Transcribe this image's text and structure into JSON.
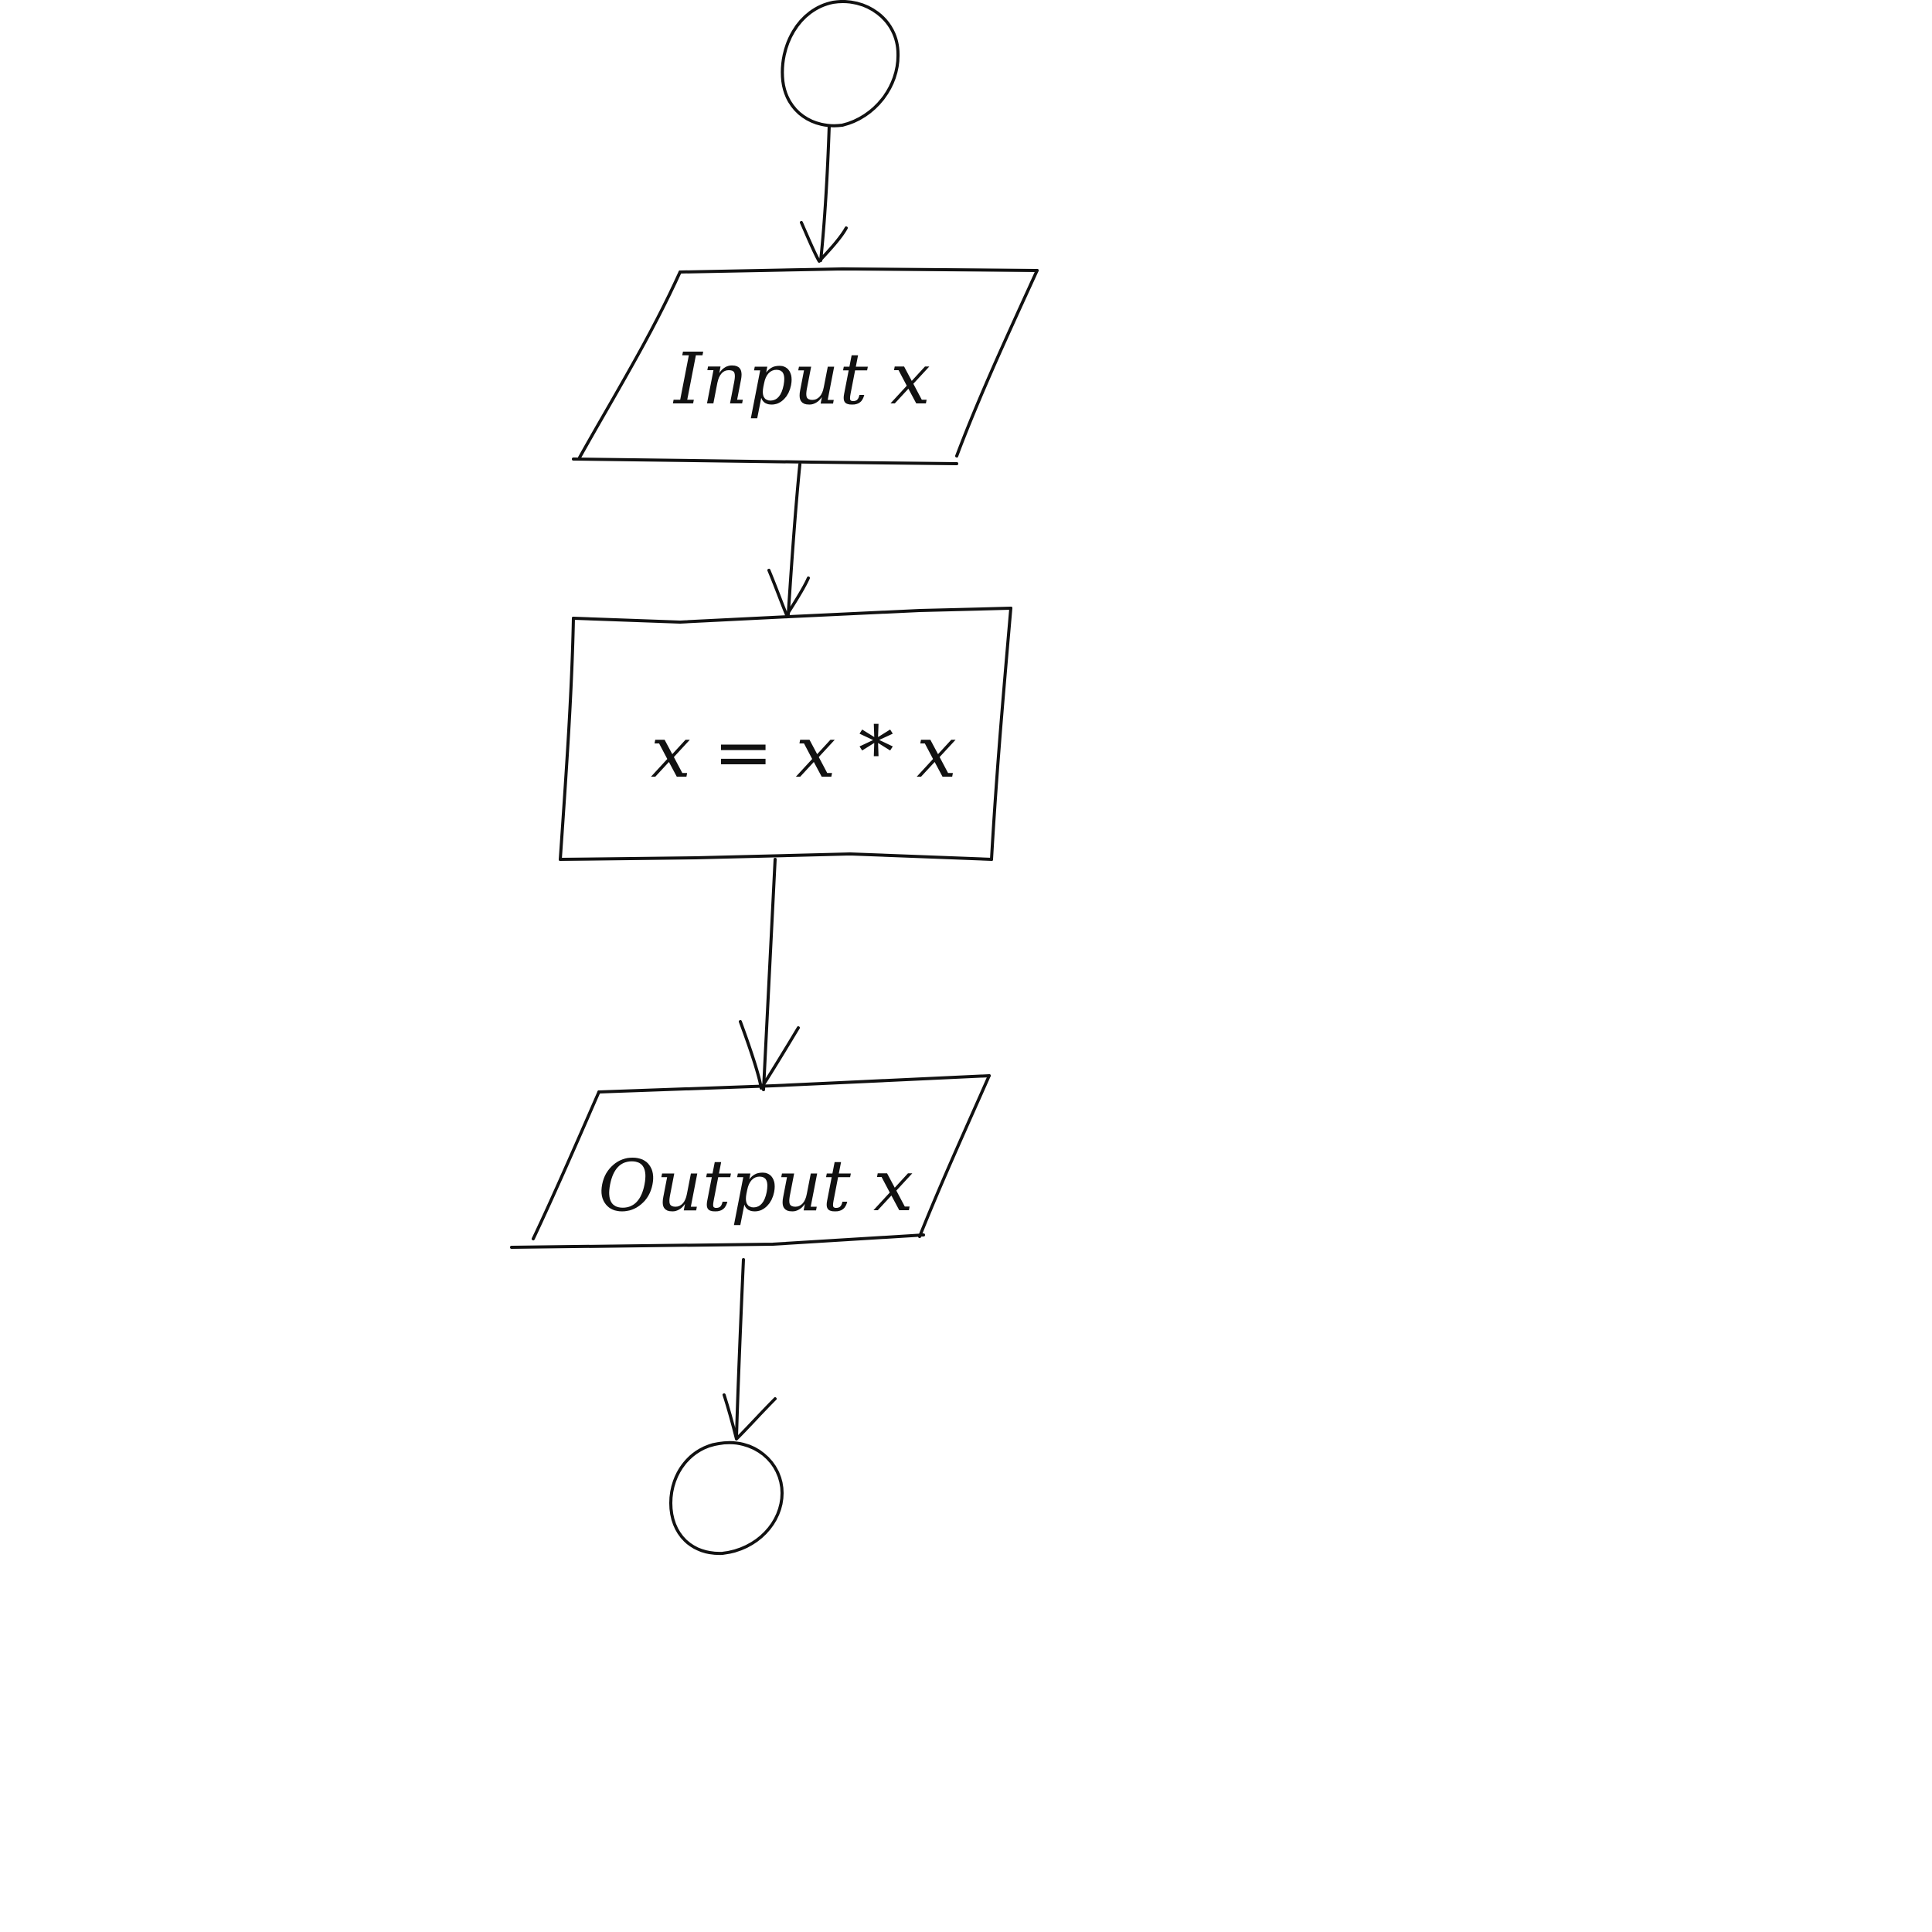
{
  "diagram": {
    "type": "flowchart",
    "style": "hand-drawn",
    "stroke_color": "#111111",
    "background_color": "#ffffff",
    "nodes": [
      {
        "id": "start",
        "shape": "circle",
        "label": ""
      },
      {
        "id": "input",
        "shape": "parallelogram",
        "label": "Input x"
      },
      {
        "id": "process",
        "shape": "rectangle",
        "label": "x = x * x"
      },
      {
        "id": "output",
        "shape": "parallelogram",
        "label": "Output x"
      },
      {
        "id": "end",
        "shape": "circle",
        "label": ""
      }
    ],
    "edges": [
      {
        "from": "start",
        "to": "input"
      },
      {
        "from": "input",
        "to": "process"
      },
      {
        "from": "process",
        "to": "output"
      },
      {
        "from": "output",
        "to": "end"
      }
    ]
  }
}
